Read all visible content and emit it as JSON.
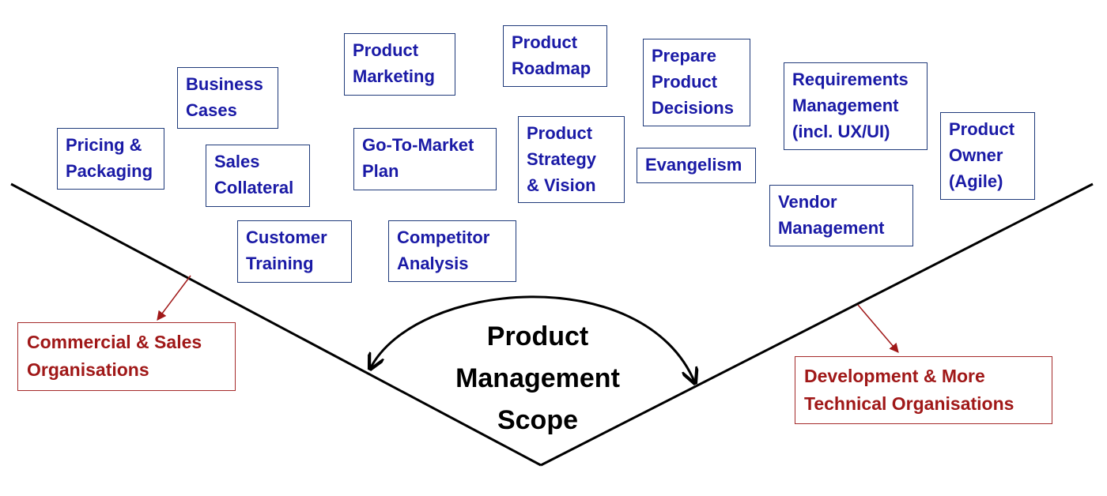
{
  "tasks": [
    {
      "key": "pricing",
      "label": "Pricing &\nPackaging"
    },
    {
      "key": "business_cases",
      "label": "Business\nCases"
    },
    {
      "key": "sales_collateral",
      "label": "Sales\nCollateral"
    },
    {
      "key": "customer_training",
      "label": "Customer\nTraining"
    },
    {
      "key": "product_marketing",
      "label": "Product\nMarketing"
    },
    {
      "key": "go_to_market",
      "label": "Go-To-Market\nPlan"
    },
    {
      "key": "competitor_analysis",
      "label": "Competitor\nAnalysis"
    },
    {
      "key": "product_roadmap",
      "label": "Product\nRoadmap"
    },
    {
      "key": "product_strategy",
      "label": "Product\nStrategy\n& Vision"
    },
    {
      "key": "prepare_decisions",
      "label": "Prepare\nProduct\nDecisions"
    },
    {
      "key": "evangelism",
      "label": "Evangelism"
    },
    {
      "key": "requirements",
      "label": "Requirements\nManagement\n(incl. UX/UI)"
    },
    {
      "key": "vendor_management",
      "label": "Vendor\nManagement"
    },
    {
      "key": "product_owner",
      "label": "Product\nOwner\n(Agile)"
    }
  ],
  "organisations": {
    "commercial": "Commercial & Sales\nOrganisations",
    "development": "Development & More\nTechnical Organisations"
  },
  "scope_label": "Product\nManagement\nScope",
  "colors": {
    "task_text": "#1a1aa6",
    "task_border": "#1f3a7a",
    "org_text": "#a01818",
    "org_border": "#a52a2a",
    "lines": "#000000"
  }
}
